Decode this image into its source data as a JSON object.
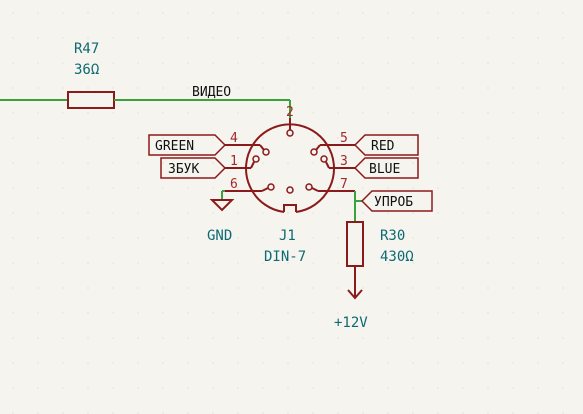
{
  "colors": {
    "background": "#f5f4ef",
    "grid": "#cfcfc9",
    "wire": "#3aa23a",
    "component": "#8b1a1a",
    "reference_text": "#0e6a72",
    "label_text": "#111111",
    "pin_number": "#a32a2a"
  },
  "net_labels": {
    "video": "ВИДЕО",
    "green": "GREEN",
    "sound": "ЗБУК",
    "red": "RED",
    "blue": "BLUE",
    "upr": "УПРОБ"
  },
  "power": {
    "gnd": "GND",
    "vcc": "+12V"
  },
  "components": {
    "r47": {
      "ref": "R47",
      "value": "36Ω"
    },
    "r30": {
      "ref": "R30",
      "value": "430Ω"
    },
    "j1": {
      "ref": "J1",
      "value": "DIN-7"
    }
  },
  "pins": {
    "p1": "1",
    "p2": "2",
    "p3": "3",
    "p4": "4",
    "p5": "5",
    "p6": "6",
    "p7": "7"
  }
}
